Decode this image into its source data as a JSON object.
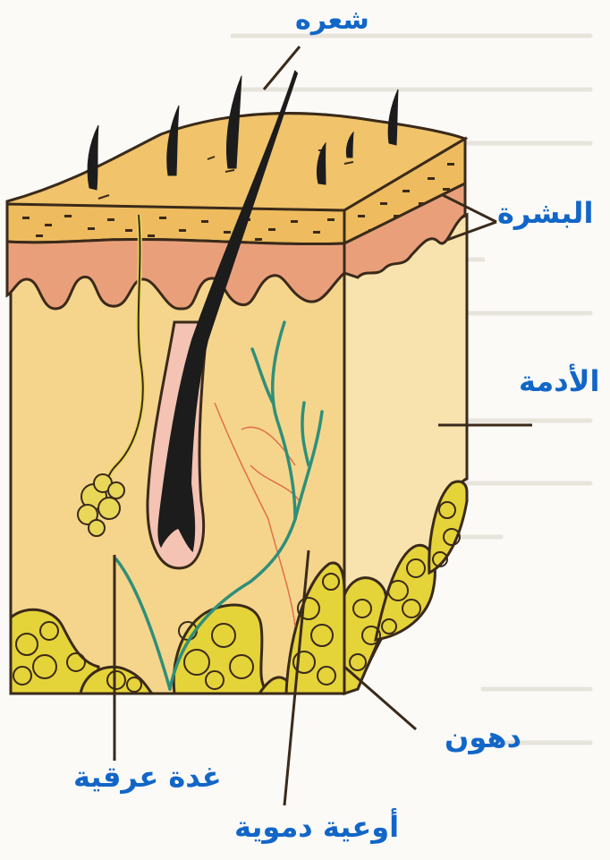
{
  "labels": {
    "hair": "شعره",
    "epidermis": "البشرة",
    "dermis": "الأدمة",
    "fat": "دهون",
    "sweat_gland": "غدة عرقية",
    "blood_vessels": "أوعية دموية"
  },
  "colors": {
    "label_text": "#1266c8",
    "outline": "#3a2a1a",
    "top_surface": "#f1c36a",
    "epidermis_dotted": "#eebc5e",
    "epidermis_pink": "#e9a07a",
    "dermis": "#f5d58c",
    "dermis_side": "#f8e3ae",
    "fat_cells": "#e5d33a",
    "hair": "#1c1c1c",
    "follicle": "#f4c3b3",
    "blood_vessel": "#2f8f7a",
    "capillary": "#e0704a",
    "sweat_gland": "#e9d75a"
  }
}
